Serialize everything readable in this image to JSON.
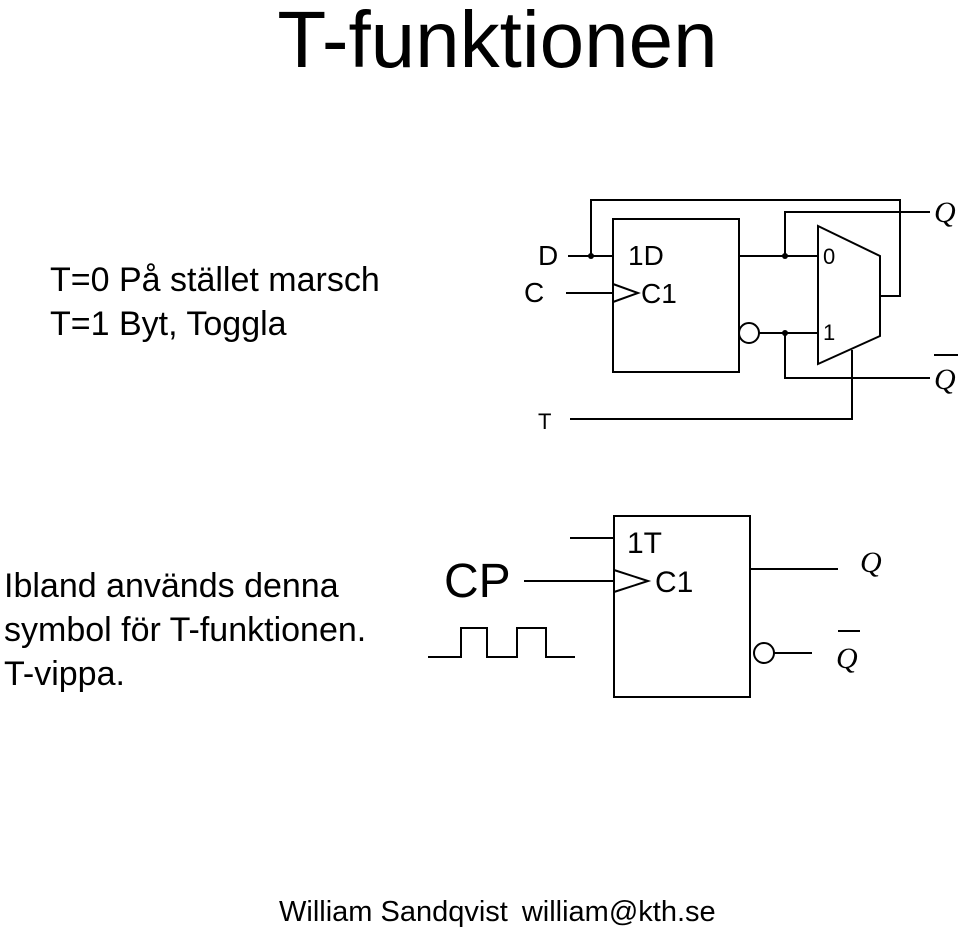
{
  "title": "T-funktionen",
  "description": {
    "line1": "T=0 På stället marsch",
    "line2": "T=1 Byt, Toggla"
  },
  "note": {
    "line1": "Ibland används denna",
    "line2": "symbol för T-funktionen.",
    "line3": "T-vippa."
  },
  "top_diagram": {
    "input_d": "D",
    "input_c": "C",
    "input_t": "T",
    "box_label_1": "1D",
    "box_label_2": "C1",
    "mux_0": "0",
    "mux_1": "1",
    "output_q": "Q",
    "output_q_bar": "Q"
  },
  "bottom_diagram": {
    "cp_label": "CP",
    "box_label_1": "1T",
    "box_label_2": "C1",
    "output_q": "Q",
    "output_q_bar": "Q"
  },
  "footer": {
    "author": "William Sandqvist",
    "email": "william@kth.se"
  }
}
